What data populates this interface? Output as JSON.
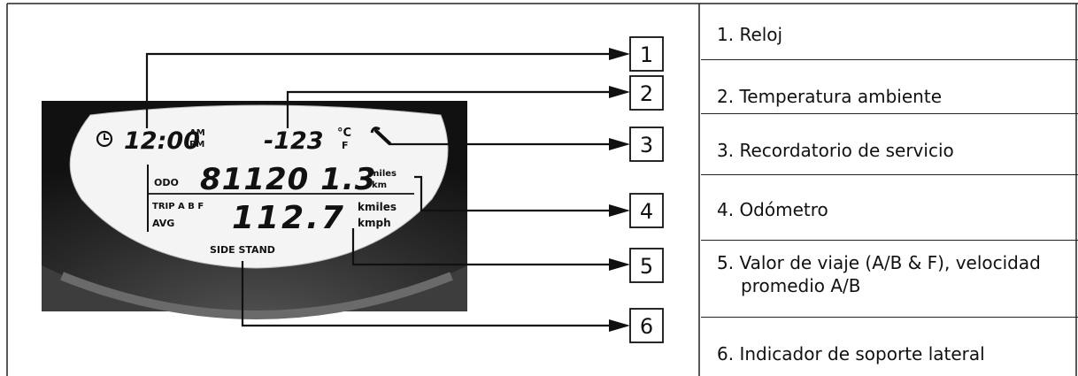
{
  "display": {
    "clock_time": "12:00",
    "clock_am": "AM",
    "clock_pm": "PM",
    "temperature": "-123",
    "temp_unit_c": "°C",
    "temp_unit_f": "F",
    "odo_label": "ODO",
    "odometer_value": "81120 1.3",
    "odo_unit_miles": "miles",
    "odo_unit_km": "km",
    "trip_label": "TRIP A B F",
    "avg_label": "AVG",
    "trip_value": "112.7",
    "trip_unit_kmiles": "kmiles",
    "trip_unit_kmph": "kmph",
    "side_stand": "SIDE STAND"
  },
  "callouts": [
    "1",
    "2",
    "3",
    "4",
    "5",
    "6"
  ],
  "legend": [
    {
      "line1": "1.  Reloj",
      "line2": ""
    },
    {
      "line1": "2.  Temperatura ambiente",
      "line2": ""
    },
    {
      "line1": "3.  Recordatorio de servicio",
      "line2": ""
    },
    {
      "line1": "4.  Odómetro",
      "line2": ""
    },
    {
      "line1": "5.  Valor de viaje (A/B & F), velocidad",
      "line2": "promedio A/B"
    },
    {
      "line1": "6.  Indicador de soporte lateral",
      "line2": ""
    }
  ]
}
